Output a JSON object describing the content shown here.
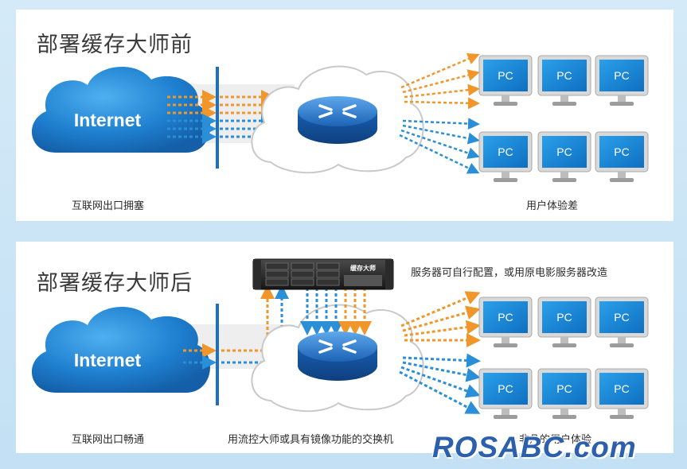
{
  "before": {
    "title": "部署缓存大师前",
    "cloud_label": "Internet",
    "left_caption": "互联网出口拥塞",
    "right_caption": "用户体验差",
    "pc_label": "PC"
  },
  "after": {
    "title": "部署缓存大师后",
    "cloud_label": "Internet",
    "server_note": "服务器可自行配置，或用原电影服务器改造",
    "server_brand": "缓存大师",
    "left_caption": "互联网出口畅通",
    "middle_caption": "用流控大师或具有镜像功能的交换机",
    "right_caption": "非凡的用户体验",
    "pc_label": "PC"
  },
  "watermark": "ROSABC.com",
  "colors": {
    "orange_flow": "#f0962a",
    "blue_flow": "#2a8fd6",
    "cloud_blue": "#1f7fcf",
    "firewall": "#1d6fc4",
    "router": "#1a5fb0",
    "monitor_screen": "#1a86d8"
  }
}
